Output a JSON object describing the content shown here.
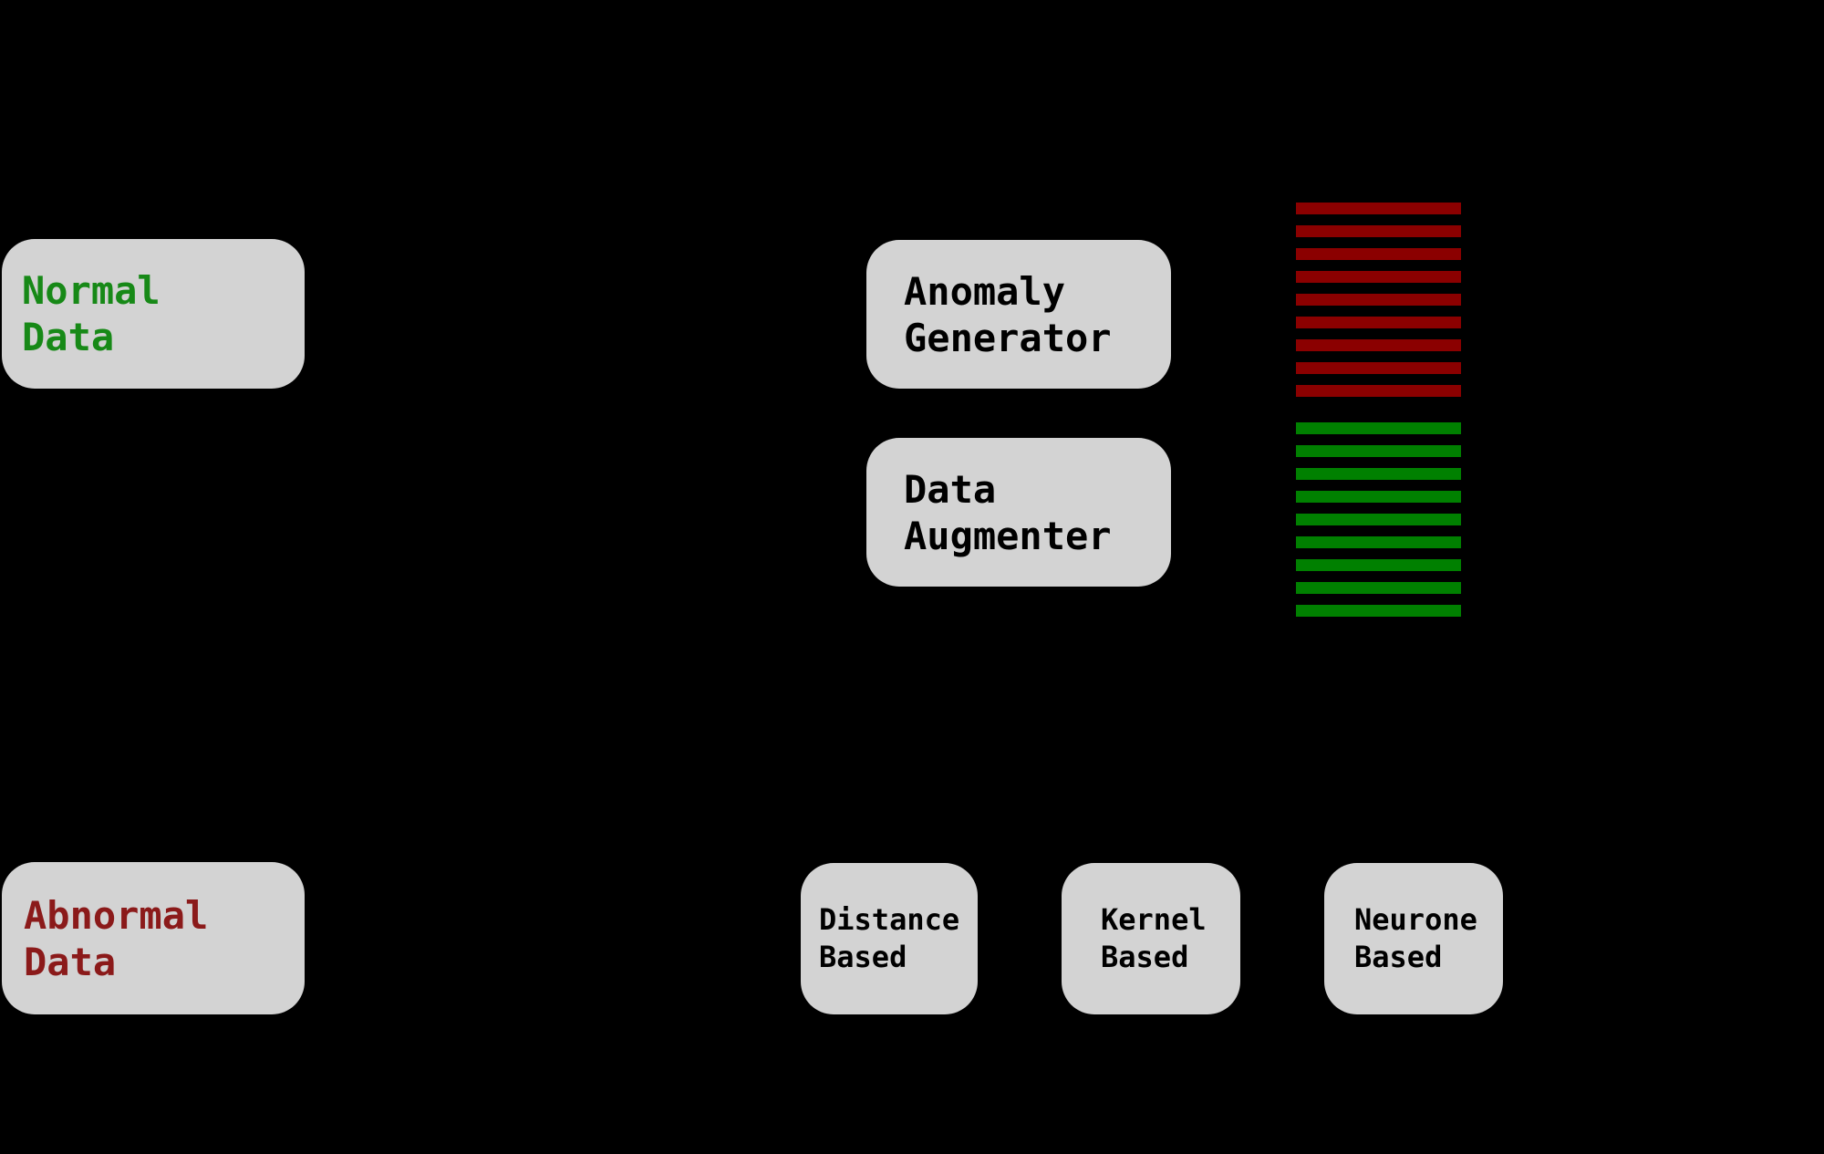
{
  "canvas": {
    "background": "#000000",
    "node_fill": "#d3d3d3"
  },
  "nodes": {
    "normal_data": {
      "label_lines": [
        "Normal",
        "Data"
      ],
      "text_color": "#178917"
    },
    "abnormal_data": {
      "label_lines": [
        "Abnormal",
        "Data"
      ],
      "text_color": "#8b1a1a"
    },
    "anomaly_generator": {
      "label_lines": [
        "Anomaly",
        "Generator"
      ],
      "text_color": "#000000"
    },
    "data_augmenter": {
      "label_lines": [
        "Data",
        "Augmenter"
      ],
      "text_color": "#000000"
    },
    "distance_based": {
      "label_lines": [
        "Distance",
        "Based"
      ],
      "text_color": "#000000"
    },
    "kernel_based": {
      "label_lines": [
        "Kernel",
        "Based"
      ],
      "text_color": "#000000"
    },
    "neurone_based": {
      "label_lines": [
        "Neurone",
        "Based"
      ],
      "text_color": "#000000"
    }
  },
  "stacks": {
    "generated_anomalies": {
      "bar_color": "#8b0000",
      "bar_count": 9
    },
    "augmented_normals": {
      "bar_color": "#008000",
      "bar_count": 9
    }
  }
}
